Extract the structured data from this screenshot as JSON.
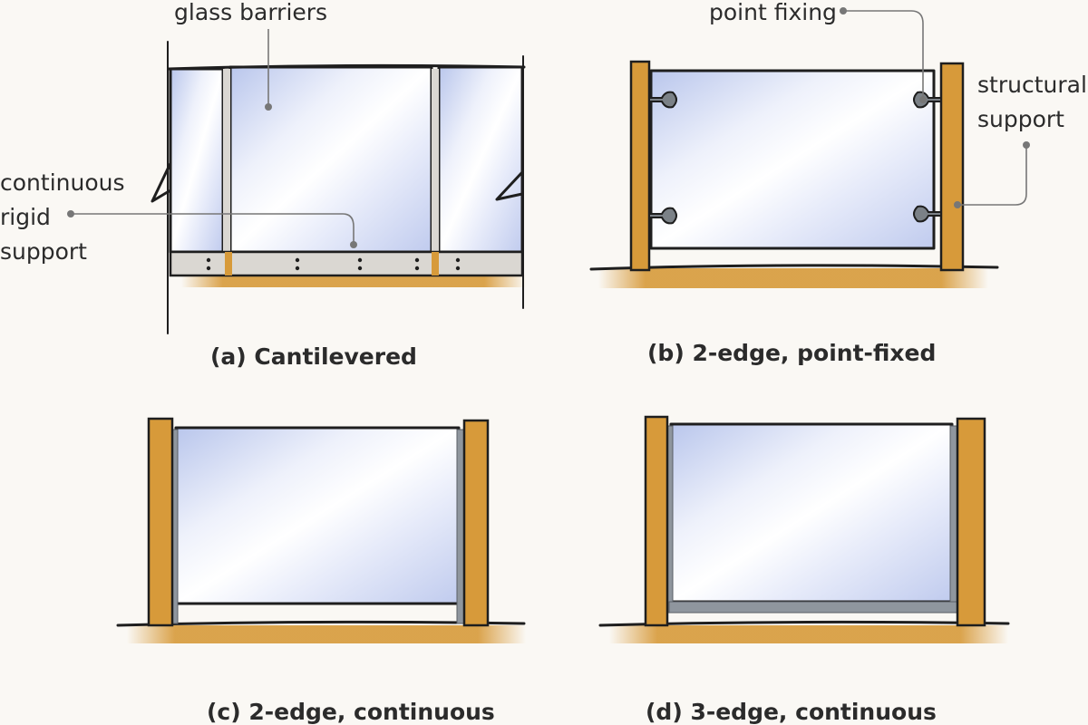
{
  "labels": {
    "glass_barriers": "glass barriers",
    "continuous_rigid_support": [
      "continuous",
      "rigid",
      "support"
    ],
    "point_fixing": "point fixing",
    "structural_support": [
      "structural",
      "support"
    ]
  },
  "captions": {
    "a": "(a) Cantilevered",
    "b": "(b) 2-edge, point-fixed",
    "c": "(c) 2-edge, continuous",
    "d": "(d) 3-edge, continuous"
  },
  "colors": {
    "background": "#faf8f4",
    "timber": "#d79a3a",
    "glass_edge": "#b9c6ec",
    "glass_highlight": "#ffffff",
    "gasket": "#8f969e",
    "ink": "#1e1e1e"
  }
}
